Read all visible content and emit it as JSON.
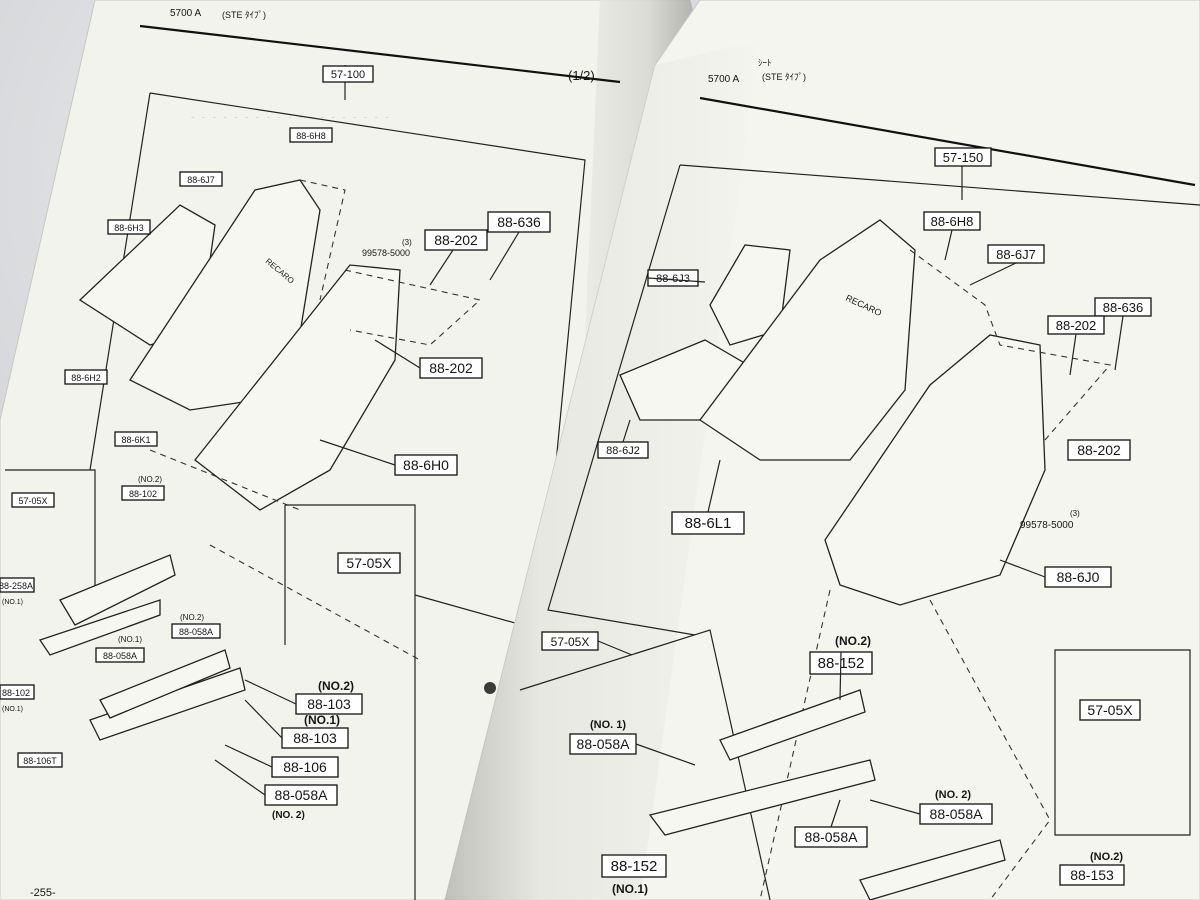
{
  "left_page": {
    "header_code": "5700 A",
    "header_sub": "(STE ﾀｲﾌﾟ)",
    "page_fraction": "(1/2)",
    "page_number": "-255-",
    "group_label": "57-100",
    "parts": {
      "p1": "88-6H8",
      "p2": "88-6J7",
      "p3": "88-6H3",
      "p4": "88-6H2",
      "p5": "88-6K1",
      "p6": "88-202",
      "p7": "88-636",
      "p8": "88-202",
      "p9": "88-6H0",
      "p10": "57-05X",
      "p11": "88-102",
      "p12": "88-058A",
      "p13": "88-058A",
      "p14": "88-258A",
      "p15": "88-102",
      "p16": "88-106T",
      "p17": "57-05X",
      "p18": "88-103",
      "p19": "88-103",
      "p20": "88-106",
      "p21": "88-058A"
    },
    "notes": {
      "n1": "99578-5000",
      "n2": "(3)",
      "n3": "(NO.2)",
      "n4": "(NO.2)",
      "n5": "(NO.1)",
      "n6": "(NO.1)",
      "n7": "(NO.1)",
      "n8": "(NO.2)",
      "n9": "(NO.1)",
      "n10": "(NO. 2)"
    },
    "brand": "RECARO"
  },
  "right_page": {
    "header_code": "5700 A",
    "header_sub": "(STE ﾀｲﾌﾟ)",
    "header_title": "ｼｰﾄ",
    "group_label": "57-150",
    "parts": {
      "p1": "88-6H8",
      "p2": "88-6J7",
      "p3": "88-6J3",
      "p4": "88-636",
      "p5": "88-202",
      "p6": "88-202",
      "p7": "88-6J2",
      "p8": "88-6L1",
      "p9": "88-6J0",
      "p10": "57-05X",
      "p11": "88-152",
      "p12": "88-058A",
      "p13": "57-05X",
      "p14": "88-058A",
      "p15": "88-058A",
      "p16": "88-152",
      "p17": "88-153"
    },
    "notes": {
      "n1": "99578-5000",
      "n2": "(3)",
      "n3": "(NO.2)",
      "n4": "(NO. 1)",
      "n5": "(NO. 2)",
      "n6": "(NO.1)",
      "n7": "(NO.2)"
    },
    "brand": "RECARO"
  }
}
